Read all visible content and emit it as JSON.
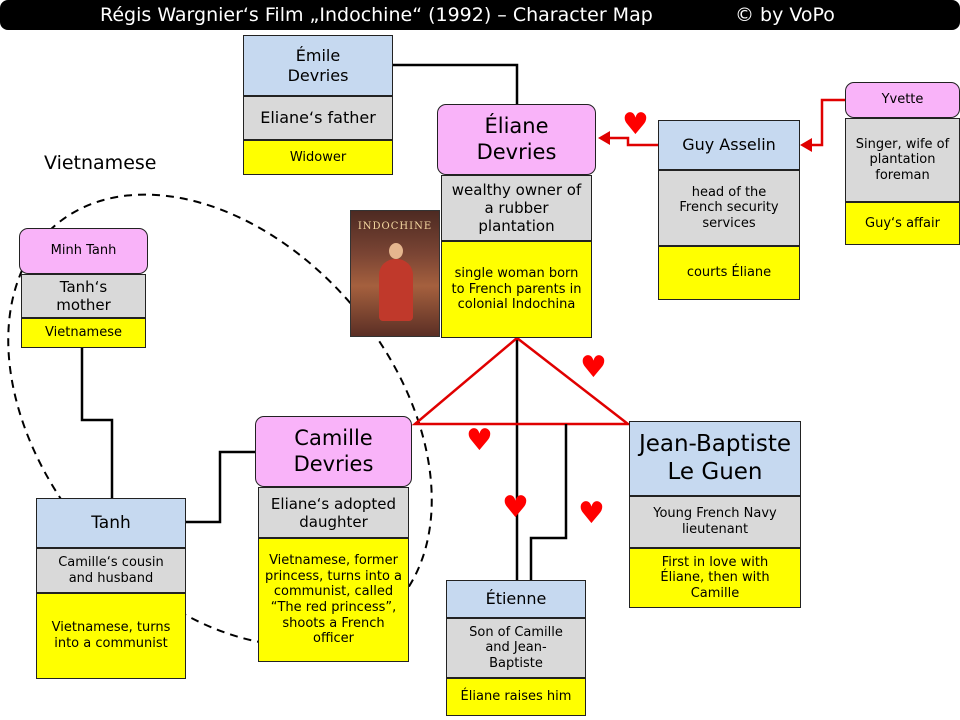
{
  "header": {
    "title": "Régis Wargnier‘s Film „Indochine“ (1992) – Character Map",
    "author": "©    by VoPo"
  },
  "group_label": "Vietnamese",
  "colors": {
    "name_blue": "#c6d9f0",
    "role_gray": "#d9d9d9",
    "note_yellow": "#ffff00",
    "main_pink": "#f9b3f9",
    "romance_red": "#e00000"
  },
  "icons": {
    "romance": "heart-icon"
  },
  "characters": {
    "emile": {
      "name": "Émile Devries",
      "role": "Eliane‘s father",
      "note": "Widower"
    },
    "eliane": {
      "name": "Éliane Devries",
      "role": "wealthy owner of a rubber plantation",
      "note": "single woman born to French parents in colonial Indochina"
    },
    "guy": {
      "name": "Guy Asselin",
      "role": "head of the French security services",
      "note": "courts Éliane"
    },
    "yvette": {
      "name": "Yvette",
      "role": "Singer, wife of plantation foreman",
      "note": "Guy‘s affair"
    },
    "minh": {
      "name": "Minh Tanh",
      "role": "Tanh‘s mother",
      "note": "Vietnamese"
    },
    "camille": {
      "name": "Camille Devries",
      "role": "Eliane‘s adopted daughter",
      "note": "Vietnamese, former princess, turns into a communist,  called “The red princess”, shoots a French officer"
    },
    "tanh": {
      "name": "Tanh",
      "role": "Camille‘s cousin and husband",
      "note": "Vietnamese, turns into a communist"
    },
    "jb": {
      "name": "Jean-Baptiste Le Guen",
      "role": "Young French Navy lieutenant",
      "note": "First in love with Éliane, then with Camille"
    },
    "etienne": {
      "name": "Étienne",
      "role": "Son of Camille and Jean-Baptiste",
      "note": "Éliane raises him"
    }
  },
  "poster": {
    "title": "INDOCHINE"
  }
}
